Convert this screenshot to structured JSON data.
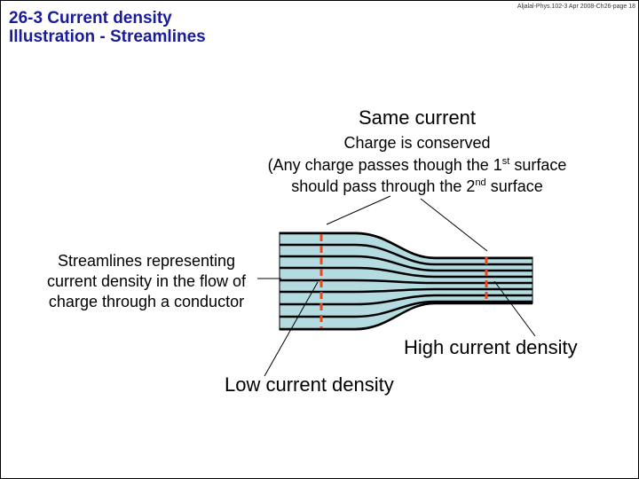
{
  "slide": {
    "title_line1": "26-3 Current density",
    "title_line2": "Illustration - Streamlines",
    "header_note": "Aljalal-Phys.102-3 Apr 2008-Ch26-page 18"
  },
  "labels": {
    "same_current": "Same current",
    "conserved_line1": "Charge is conserved",
    "conserved_line2_a": "(Any charge passes though the 1",
    "conserved_line2_sup": "st",
    "conserved_line2_b": " surface",
    "conserved_line3_a": "should pass through the 2",
    "conserved_line3_sup": "nd",
    "conserved_line3_b": " surface",
    "streamlines_line1": "Streamlines representing",
    "streamlines_line2": "current density in the flow of",
    "streamlines_line3": "charge through a conductor",
    "high_density": "High current density",
    "low_density": "Low current density"
  },
  "colors": {
    "conductor_fill": "#b3dbe0",
    "streamline": "#000000",
    "surface_marker": "#e8481c",
    "title": "#1a1a9c"
  }
}
